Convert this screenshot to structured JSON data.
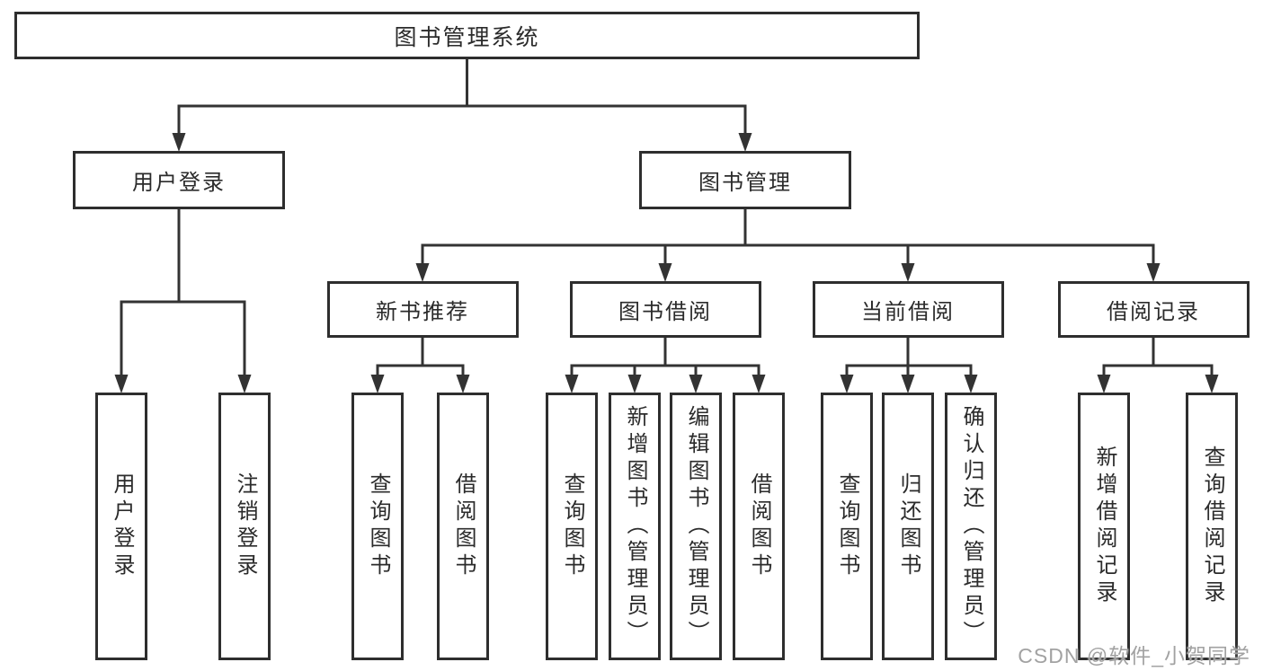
{
  "colors": {
    "line": "#333333",
    "border": "#2e2e2e",
    "text": "#2b2b2b",
    "watermark": "#a2a2a2",
    "background": "#ffffff"
  },
  "watermark": {
    "text": "CSDN @软件_小贺同学"
  },
  "tree": {
    "id": "root",
    "label": "图书管理系统",
    "children": [
      {
        "id": "user-login",
        "label": "用户登录",
        "children": [
          {
            "id": "login",
            "label": "用户登录"
          },
          {
            "id": "logout",
            "label": "注销登录"
          }
        ]
      },
      {
        "id": "book-mgmt",
        "label": "图书管理",
        "children": [
          {
            "id": "new-book-rec",
            "label": "新书推荐",
            "children": [
              {
                "id": "query-book-1",
                "label": "查询图书"
              },
              {
                "id": "borrow-book-1",
                "label": "借阅图书"
              }
            ]
          },
          {
            "id": "book-borrow",
            "label": "图书借阅",
            "children": [
              {
                "id": "query-book-2",
                "label": "查询图书"
              },
              {
                "id": "add-book",
                "label": "新增图书（管理员）"
              },
              {
                "id": "edit-book",
                "label": "编辑图书（管理员）"
              },
              {
                "id": "borrow-book-2",
                "label": "借阅图书"
              }
            ]
          },
          {
            "id": "current-borrow",
            "label": "当前借阅",
            "children": [
              {
                "id": "query-book-3",
                "label": "查询图书"
              },
              {
                "id": "return-book",
                "label": "归还图书"
              },
              {
                "id": "confirm-return",
                "label": "确认归还（管理员）"
              }
            ]
          },
          {
            "id": "borrow-records",
            "label": "借阅记录",
            "children": [
              {
                "id": "add-borrow-record",
                "label": "新增借阅记录"
              },
              {
                "id": "query-borrow-record",
                "label": "查询借阅记录"
              }
            ]
          }
        ]
      }
    ]
  }
}
